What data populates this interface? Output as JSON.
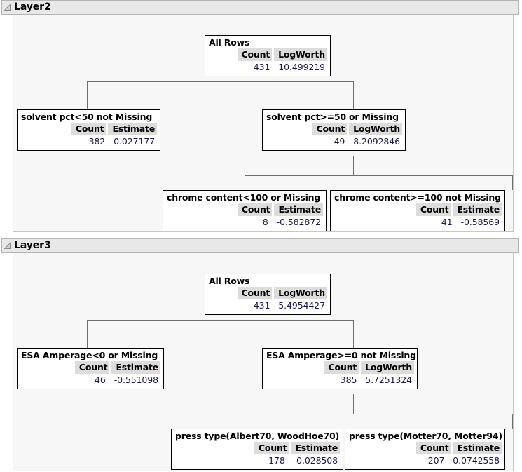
{
  "layers": [
    {
      "key": "layer2",
      "title": "Layer2",
      "disclosure_icon": "triangle-collapse-icon",
      "nodes": {
        "root": {
          "title": "All Rows",
          "col1_head": "Count",
          "col2_head": "LogWorth",
          "col1_val": "431",
          "col2_val": "10.499219"
        },
        "left": {
          "title": "solvent pct<50 not Missing",
          "col1_head": "Count",
          "col2_head": "Estimate",
          "col1_val": "382",
          "col2_val": "0.027177"
        },
        "right": {
          "title": "solvent pct>=50 or Missing",
          "col1_head": "Count",
          "col2_head": "LogWorth",
          "col1_val": "49",
          "col2_val": "8.2092846"
        },
        "leaf_left": {
          "title": "chrome content<100 or Missing",
          "col1_head": "Count",
          "col2_head": "Estimate",
          "col1_val": "8",
          "col2_val": "-0.582872"
        },
        "leaf_right": {
          "title": "chrome content>=100 not Missing",
          "col1_head": "Count",
          "col2_head": "Estimate",
          "col1_val": "41",
          "col2_val": "-0.58569"
        }
      }
    },
    {
      "key": "layer3",
      "title": "Layer3",
      "disclosure_icon": "triangle-collapse-icon",
      "nodes": {
        "root": {
          "title": "All Rows",
          "col1_head": "Count",
          "col2_head": "LogWorth",
          "col1_val": "431",
          "col2_val": "5.4954427"
        },
        "left": {
          "title": "ESA Amperage<0 or Missing",
          "col1_head": "Count",
          "col2_head": "Estimate",
          "col1_val": "46",
          "col2_val": "-0.551098"
        },
        "right": {
          "title": "ESA Amperage>=0 not Missing",
          "col1_head": "Count",
          "col2_head": "LogWorth",
          "col1_val": "385",
          "col2_val": "5.7251324"
        },
        "leaf_left": {
          "title": "press type(Albert70, WoodHoe70)",
          "col1_head": "Count",
          "col2_head": "Estimate",
          "col1_val": "178",
          "col2_val": "-0.028508"
        },
        "leaf_right": {
          "title": "press type(Motter70, Motter94)",
          "col1_head": "Count",
          "col2_head": "Estimate",
          "col1_val": "207",
          "col2_val": "0.0742558"
        }
      }
    }
  ],
  "colors": {
    "node_border": "#000000",
    "header_shade": "#dcdcdc",
    "value_text": "#1a1a4d",
    "connector": "#6e6e6e",
    "panel_bg": "#f7f7f7",
    "outline_bar": "#e8e8e8"
  }
}
